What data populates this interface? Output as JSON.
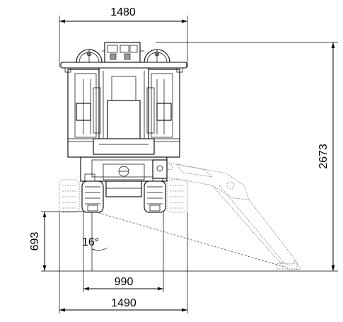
{
  "dimensions": {
    "top_width": "1480",
    "height": "2673",
    "ground_clearance": "693",
    "angle": "16°",
    "track_inner": "990",
    "track_outer": "1490"
  }
}
